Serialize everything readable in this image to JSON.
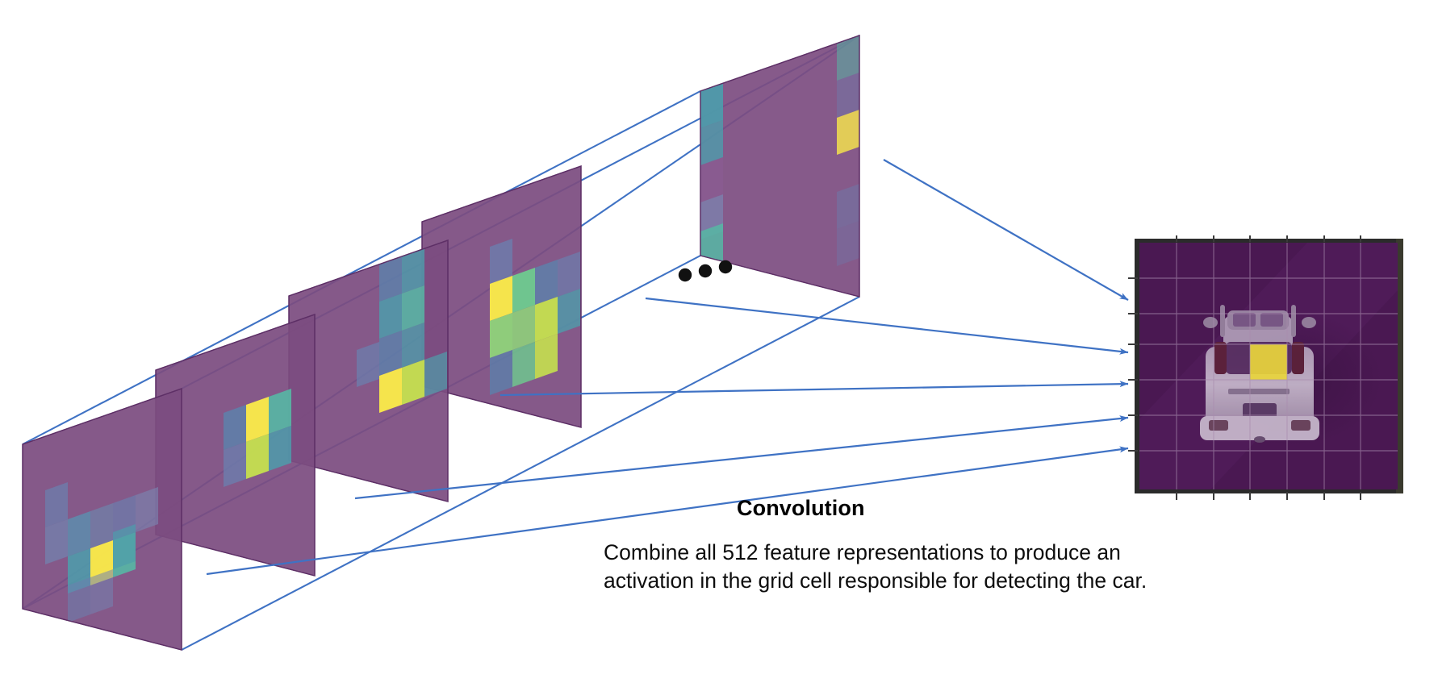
{
  "diagram": {
    "title": "Convolution feature map aggregation",
    "ellipsis": "• • •"
  },
  "text": {
    "heading": "Convolution",
    "caption_line1": "Combine all 512 feature representations to produce an",
    "caption_line2": "activation in the grid cell responsible for detecting the car."
  },
  "colors": {
    "plane_fill": "#7c4c80",
    "plane_fill_dark": "#5d2f66",
    "line_blue": "#3f72c4",
    "arrow_blue": "#3f72c4",
    "act_blue_gray": "#6b7fae",
    "act_slate": "#5b82ac",
    "act_teal": "#4e9cab",
    "act_teal_light": "#58b5a4",
    "act_green": "#6ecb8f",
    "act_green_light": "#8fd37a",
    "act_yellow_green": "#c5e04f",
    "act_yellow": "#f9e84a",
    "heat_bg": "#4a1852",
    "heat_cell": "#e8d43c",
    "grid_line": "#9a7ba0",
    "frame": "#2b2b2b"
  },
  "feature_maps": {
    "count_label": "512",
    "planes": [
      {
        "index": 0,
        "name": "feature-map-plane-1",
        "activations": [
          {
            "col": 1,
            "row": 3,
            "color": "#6b7fae"
          },
          {
            "col": 1,
            "row": 4,
            "color": "#7283b0"
          },
          {
            "col": 2,
            "row": 4,
            "color": "#5b8fae"
          },
          {
            "col": 2,
            "row": 5,
            "color": "#4e9cab"
          },
          {
            "col": 3,
            "row": 5,
            "color": "#f9e84a"
          },
          {
            "col": 4,
            "row": 5,
            "color": "#58b5a4"
          },
          {
            "col": 3,
            "row": 4,
            "color": "#6b8cb0"
          },
          {
            "col": 4,
            "row": 4,
            "color": "#6b7fae"
          },
          {
            "col": 4,
            "row": 3,
            "color": "#7a86b2"
          },
          {
            "col": 2,
            "row": 6,
            "color": "#6b7fae"
          },
          {
            "col": 3,
            "row": 6,
            "color": "#7283b0"
          }
        ]
      },
      {
        "index": 1,
        "name": "feature-map-plane-2",
        "activations": [
          {
            "col": 2,
            "row": 3,
            "color": "#5b82ac"
          },
          {
            "col": 2,
            "row": 4,
            "color": "#6b7fae"
          },
          {
            "col": 3,
            "row": 3,
            "color": "#f9e84a"
          },
          {
            "col": 3,
            "row": 4,
            "color": "#c5e04f"
          },
          {
            "col": 4,
            "row": 3,
            "color": "#58b5a4"
          },
          {
            "col": 4,
            "row": 4,
            "color": "#4e9cab"
          }
        ]
      },
      {
        "index": 2,
        "name": "feature-map-plane-3",
        "activations": [
          {
            "col": 4,
            "row": 1,
            "color": "#5b82ac"
          },
          {
            "col": 5,
            "row": 1,
            "color": "#4e9cab"
          },
          {
            "col": 4,
            "row": 2,
            "color": "#4e9cab"
          },
          {
            "col": 5,
            "row": 2,
            "color": "#58b5a4"
          },
          {
            "col": 4,
            "row": 3,
            "color": "#5b82ac"
          },
          {
            "col": 5,
            "row": 3,
            "color": "#4e9cab"
          },
          {
            "col": 3,
            "row": 3,
            "color": "#6b7fae"
          },
          {
            "col": 4,
            "row": 4,
            "color": "#f9e84a"
          },
          {
            "col": 5,
            "row": 4,
            "color": "#c5e04f"
          }
        ]
      },
      {
        "index": 3,
        "name": "feature-map-plane-4",
        "activations": [
          {
            "col": 2,
            "row": 1,
            "color": "#6b7fae"
          },
          {
            "col": 2,
            "row": 2,
            "color": "#f9e84a"
          },
          {
            "col": 3,
            "row": 2,
            "color": "#6ecb8f"
          },
          {
            "col": 2,
            "row": 3,
            "color": "#8fd37a"
          },
          {
            "col": 3,
            "row": 3,
            "color": "#8fd37a"
          },
          {
            "col": 4,
            "row": 2,
            "color": "#5b82ac"
          },
          {
            "col": 4,
            "row": 3,
            "color": "#c5e04f"
          },
          {
            "col": 4,
            "row": 4,
            "color": "#c5e04f"
          },
          {
            "col": 5,
            "row": 3,
            "color": "#4e9cab"
          },
          {
            "col": 5,
            "row": 2,
            "color": "#6b7fae"
          },
          {
            "col": 2,
            "row": 4,
            "color": "#5b82ac"
          },
          {
            "col": 3,
            "row": 4,
            "color": "#6ecb8f"
          }
        ]
      },
      {
        "index": 4,
        "name": "feature-map-plane-last",
        "activations": [
          {
            "col": 0,
            "row": 0,
            "color": "#4e9cab"
          },
          {
            "col": 0,
            "row": 1,
            "color": "#4e9cab"
          },
          {
            "col": 0,
            "row": 2,
            "color": "#7a4e85"
          },
          {
            "col": 0,
            "row": 5,
            "color": "#7a86b2"
          },
          {
            "col": 0,
            "row": 6,
            "color": "#58b5a4"
          }
        ]
      }
    ]
  },
  "heatmap": {
    "name": "car-activation-heatmap",
    "grid_cols": 7,
    "grid_rows": 7,
    "active_cell": {
      "col": 3,
      "row": 3,
      "color": "#e8d43c"
    },
    "subject": "car",
    "background": "#4a1852"
  },
  "arrows": {
    "count": 5,
    "color": "#3f72c4",
    "items": [
      {
        "name": "arrow-1",
        "from_plane": 4
      },
      {
        "name": "arrow-2",
        "from_plane": 3
      },
      {
        "name": "arrow-3",
        "from_plane": 2
      },
      {
        "name": "arrow-4",
        "from_plane": 1
      },
      {
        "name": "arrow-5",
        "from_plane": 0
      }
    ]
  },
  "chart_data": {
    "type": "heatmap",
    "title": "Convolution",
    "description": "Stack of 512 convolutional feature maps combined into a single 7x7 detection grid over a car image",
    "grid": {
      "cols": 7,
      "rows": 7
    },
    "activated_cell": {
      "col": 3,
      "row": 3,
      "value": 1.0
    },
    "colormap": "viridis",
    "value_range": [
      0,
      1
    ]
  }
}
